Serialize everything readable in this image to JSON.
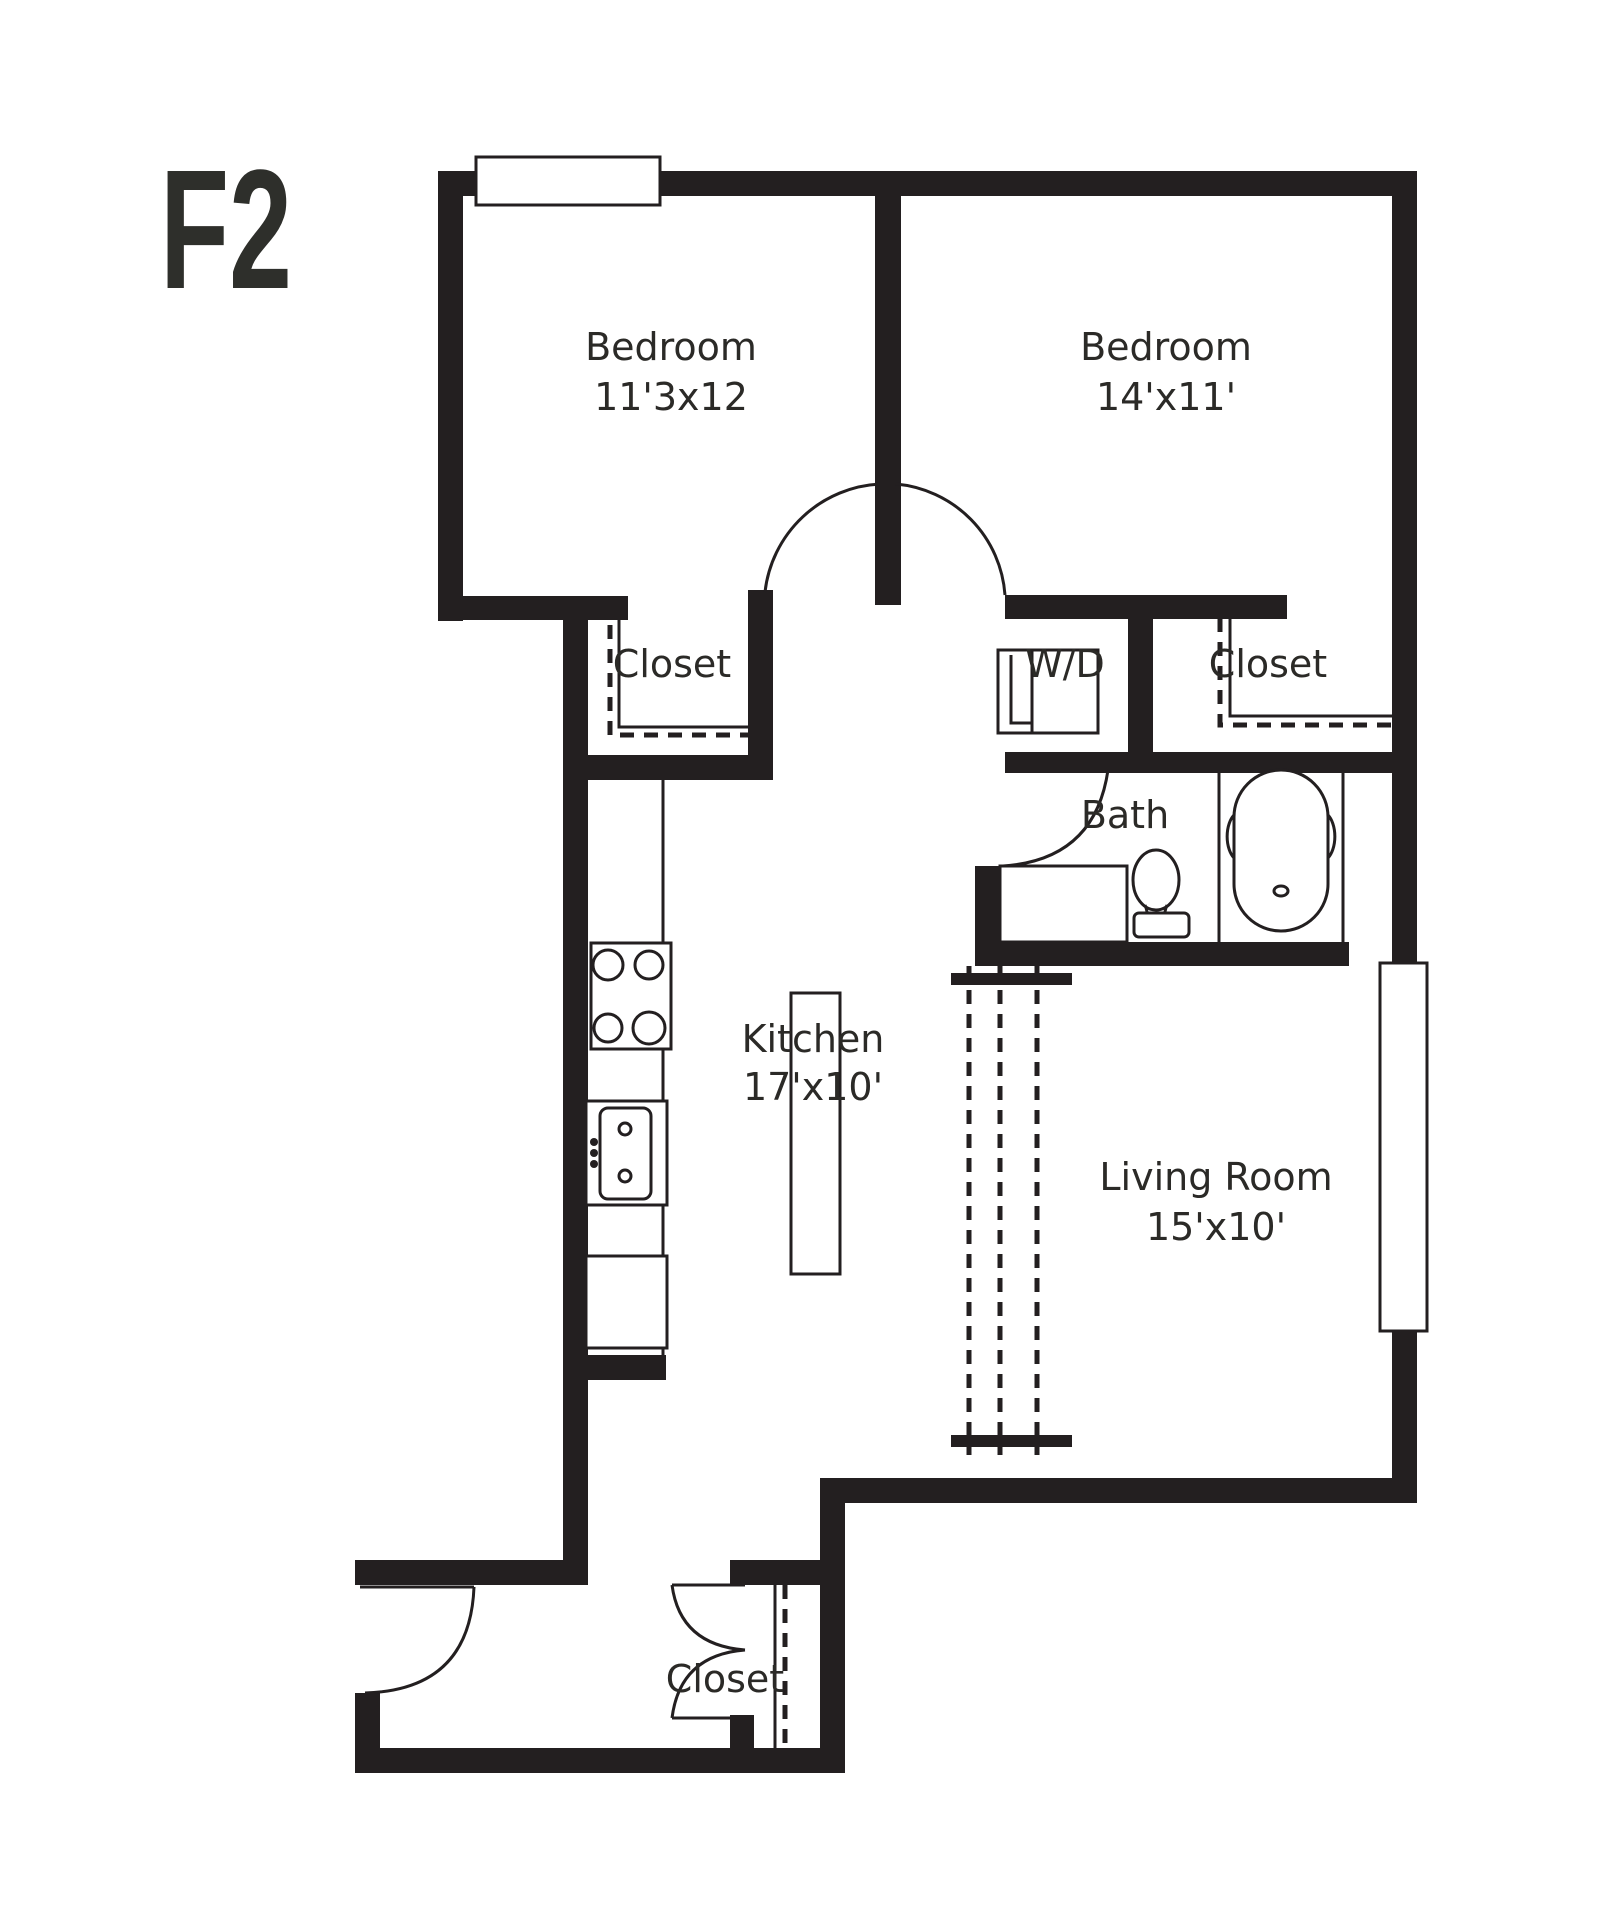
{
  "plan": {
    "unit_name": "F2",
    "colors": {
      "wall": "#231f20",
      "text": "#2b2a27",
      "title": "#2e2f2b",
      "background": "#ffffff"
    }
  },
  "rooms": {
    "bedroom_1": {
      "name": "Bedroom",
      "size": "11'3x12"
    },
    "bedroom_2": {
      "name": "Bedroom",
      "size": "14'x11'"
    },
    "closet_bedroom_1": {
      "name": "Closet"
    },
    "laundry": {
      "name": "W/D"
    },
    "closet_bedroom_2": {
      "name": "Closet"
    },
    "bath": {
      "name": "Bath"
    },
    "kitchen": {
      "name": "Kitchen",
      "size": "17'x10'"
    },
    "living_room": {
      "name": "Living Room",
      "size": "15'x10'"
    },
    "closet_entry": {
      "name": "Closet"
    }
  }
}
